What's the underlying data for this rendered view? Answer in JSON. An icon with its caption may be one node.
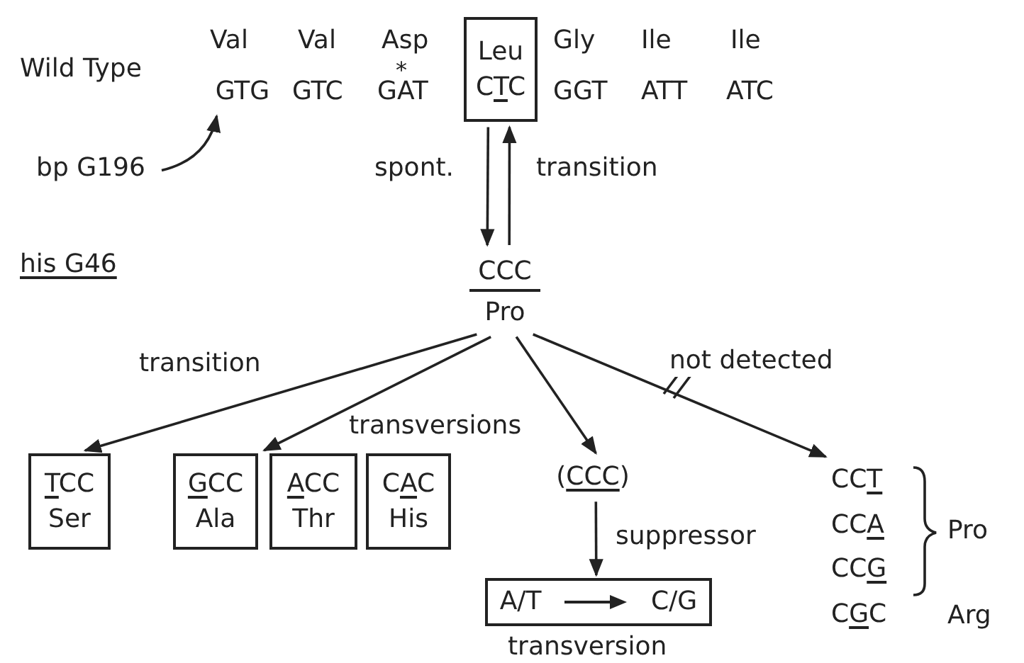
{
  "diagram": {
    "nodes": [
      {
        "text": [
          "GTG"
        ]
      },
      {
        "text": [
          "Leu",
          "CTC"
        ]
      },
      {
        "text": [
          "bp G196"
        ]
      },
      {
        "text": [
          "CCC",
          "Pro"
        ]
      },
      {
        "text": [
          "TCC",
          "Ser"
        ]
      },
      {
        "text": [
          "GCC",
          "Ala"
        ]
      },
      {
        "text": [
          "ACC",
          "Thr"
        ]
      },
      {
        "text": [
          "CAC",
          "His"
        ]
      },
      {
        "text": [
          "(CCC)"
        ]
      },
      {
        "text": [
          "A/T",
          "C/G"
        ],
        "beside": [
          "transversion"
        ]
      },
      {
        "text": [
          "CCT",
          "CCA",
          "CCG",
          "CGC"
        ]
      }
    ],
    "edges": [
      {
        "from": 2,
        "to": 0,
        "arrow": "to"
      },
      {
        "from": 1,
        "to": 3,
        "arrow": "to",
        "label": "spont."
      },
      {
        "from": 3,
        "to": 1,
        "arrow": "to",
        "label": "transition"
      },
      {
        "from": 3,
        "to": 4,
        "arrow": "to",
        "label": "transition"
      },
      {
        "from": 3,
        "to": 5,
        "arrow": "to",
        "label": "transversions"
      },
      {
        "from": 3,
        "to": 8,
        "arrow": "to"
      },
      {
        "from": 3,
        "to": 10,
        "arrow": "to",
        "label": "not detected"
      },
      {
        "from": 8,
        "to": 9,
        "arrow": "to",
        "label": "suppressor"
      }
    ],
    "labels": [
      "Val",
      "Val",
      "Asp",
      "Gly",
      "Ile",
      "Ile",
      "Wild Type",
      "GTC",
      "*",
      "GAT",
      "GGT",
      "ATT",
      "ATC",
      "his G46",
      "Pro",
      "Arg"
    ]
  }
}
